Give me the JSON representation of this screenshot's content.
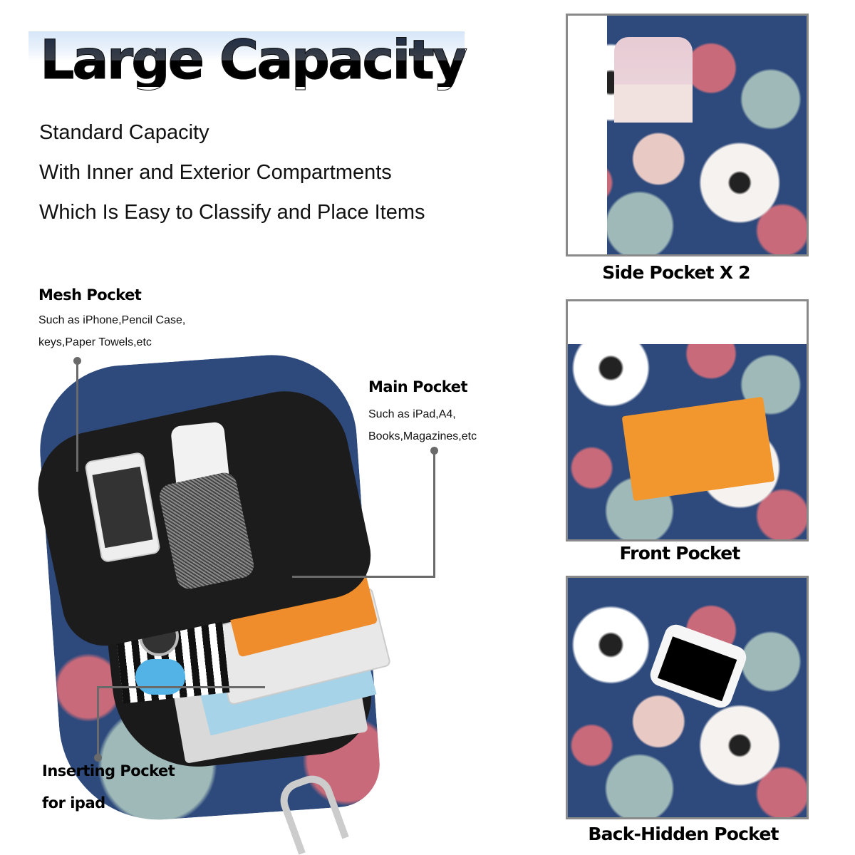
{
  "header": {
    "title": "Large Capacity",
    "intro_lines": [
      "Standard Capacity",
      "With Inner and Exterior Compartments",
      "Which Is Easy to Classify and Place Items"
    ]
  },
  "callouts": {
    "mesh_pocket": {
      "title": "Mesh Pocket",
      "lines": [
        "Such as iPhone,Pencil Case,",
        "keys,Paper Towels,etc"
      ]
    },
    "main_pocket": {
      "title": "Main Pocket",
      "lines": [
        "Such as iPad,A4,",
        "Books,Magazines,etc"
      ]
    },
    "inserting_pocket": {
      "title": "Inserting Pocket",
      "subtitle": "for ipad"
    }
  },
  "detail_photos": [
    {
      "caption": "Side Pocket X 2"
    },
    {
      "caption": "Front Pocket"
    },
    {
      "caption": "Back-Hidden Pocket"
    }
  ],
  "colors": {
    "fabric_navy": "#2e4a7c",
    "fabric_pink": "#c96a7a",
    "fabric_sage": "#9fb9b8",
    "connector_gray": "#6a6a6a",
    "frame_gray": "#8a8a8a",
    "title_banner": "#d6e6f8"
  }
}
